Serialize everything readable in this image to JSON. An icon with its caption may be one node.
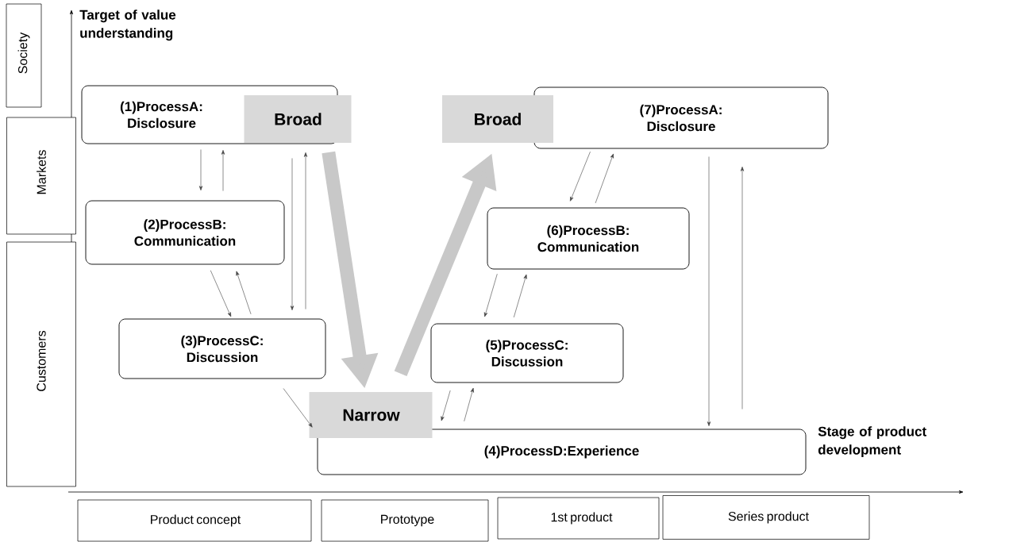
{
  "diagram": {
    "nodes": [
      {
        "text": [
          "(1)ProcessA: Disclosure"
        ]
      },
      {
        "text": [
          "Broad"
        ]
      },
      {
        "text": [
          "(2)ProcessB: Communication"
        ]
      },
      {
        "text": [
          "(3)ProcessC: Discussion"
        ]
      },
      {
        "text": [
          "Narrow"
        ]
      },
      {
        "text": [
          "(4)ProcessD:Experience"
        ]
      },
      {
        "text": [
          "(5)ProcessC: Discussion"
        ]
      },
      {
        "text": [
          "(6)ProcessB: Communication"
        ]
      },
      {
        "text": [
          "Broad"
        ]
      },
      {
        "text": [
          "(7)ProcessA: Disclosure"
        ]
      },
      {
        "text": [
          "Society"
        ]
      },
      {
        "text": [
          "Markets"
        ]
      },
      {
        "text": [
          "Customers"
        ]
      },
      {
        "text": [
          "Product concept"
        ]
      },
      {
        "text": [
          "Prototype"
        ]
      },
      {
        "text": [
          "1st product"
        ]
      },
      {
        "text": [
          "Series product"
        ]
      }
    ],
    "edges": [
      {
        "from": 0,
        "to": 2,
        "arrow": "to"
      },
      {
        "from": 2,
        "to": 0,
        "arrow": "to"
      },
      {
        "from": 2,
        "to": 3,
        "arrow": "to"
      },
      {
        "from": 3,
        "to": 2,
        "arrow": "to"
      },
      {
        "from": 0,
        "to": 3,
        "arrow": "to"
      },
      {
        "from": 3,
        "to": 0,
        "arrow": "to"
      },
      {
        "from": 3,
        "to": 5,
        "arrow": "to"
      },
      {
        "from": 1,
        "to": 4,
        "arrow": "to",
        "style": "thick",
        "color": "#c8c8c8"
      },
      {
        "from": 4,
        "to": 8,
        "arrow": "to",
        "style": "thick",
        "color": "#c8c8c8"
      },
      {
        "from": 6,
        "to": 5,
        "arrow": "to"
      },
      {
        "from": 5,
        "to": 6,
        "arrow": "to"
      },
      {
        "from": 7,
        "to": 6,
        "arrow": "to"
      },
      {
        "from": 6,
        "to": 7,
        "arrow": "to"
      },
      {
        "from": 9,
        "to": 7,
        "arrow": "to"
      },
      {
        "from": 7,
        "to": 9,
        "arrow": "to"
      },
      {
        "from": 9,
        "to": 5,
        "arrow": "to"
      },
      {
        "from": 5,
        "to": 9,
        "arrow": "to"
      }
    ],
    "labels": [
      "Target of value understanding",
      "Stage of product development"
    ]
  }
}
